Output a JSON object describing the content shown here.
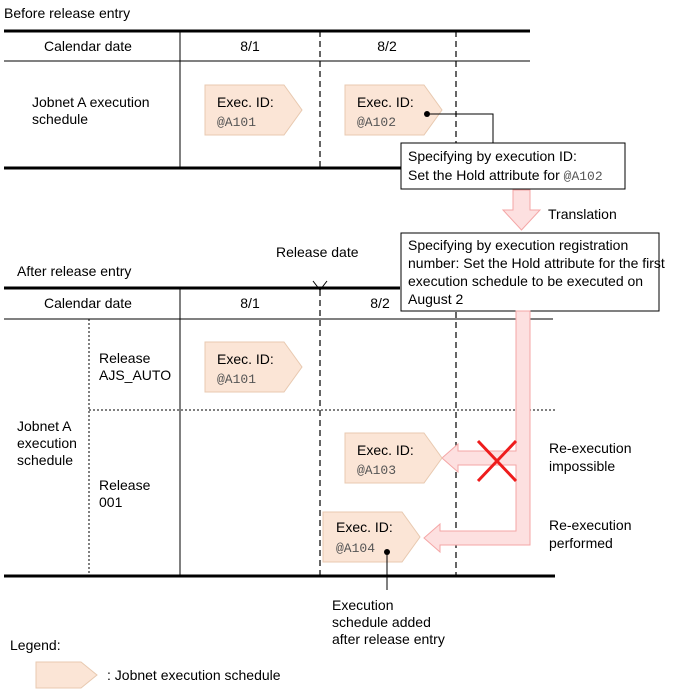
{
  "before": {
    "heading": "Before release entry",
    "calendar_label": "Calendar date",
    "dates": [
      "8/1",
      "8/2"
    ],
    "row_label": [
      "Jobnet A execution",
      "schedule"
    ],
    "schedules": [
      {
        "exec_label": "Exec. ID:",
        "id": "@A101"
      },
      {
        "exec_label": "Exec. ID:",
        "id": "@A102"
      }
    ],
    "callout": {
      "line1": "Specifying by execution ID:",
      "line2_prefix": "Set the Hold attribute for ",
      "line2_id": "@A102"
    },
    "translation_label": "Translation"
  },
  "after": {
    "release_date_label": "Release date",
    "heading": "After release entry",
    "calendar_label": "Calendar date",
    "dates": [
      "8/1",
      "8/2"
    ],
    "callout_lines": [
      "Specifying by execution registration",
      "number: Set the Hold attribute for the first",
      "execution schedule to be executed on",
      "August 2"
    ],
    "outer_label": [
      "Jobnet A",
      "execution",
      "schedule"
    ],
    "releases": [
      {
        "line1": "Release",
        "line2": "AJS_AUTO"
      },
      {
        "line1": "Release",
        "line2": "001"
      }
    ],
    "schedules": [
      {
        "exec_label": "Exec. ID:",
        "id": "@A101"
      },
      {
        "exec_label": "Exec. ID:",
        "id": "@A103"
      },
      {
        "exec_label": "Exec. ID:",
        "id": "@A104"
      }
    ],
    "impossible": [
      "Re-execution",
      "impossible"
    ],
    "performed": [
      "Re-execution",
      "performed"
    ],
    "added_note": [
      "Execution",
      "schedule added",
      "after release entry"
    ]
  },
  "legend": {
    "title": "Legend:",
    "item": ": Jobnet execution schedule"
  },
  "colors": {
    "schedule_fill": "#fbe5d6",
    "schedule_stroke": "#e8c9b0",
    "arrow_fill": "#fde0e0",
    "arrow_stroke": "#f4a6a6",
    "cross": "#ee1c1c"
  }
}
